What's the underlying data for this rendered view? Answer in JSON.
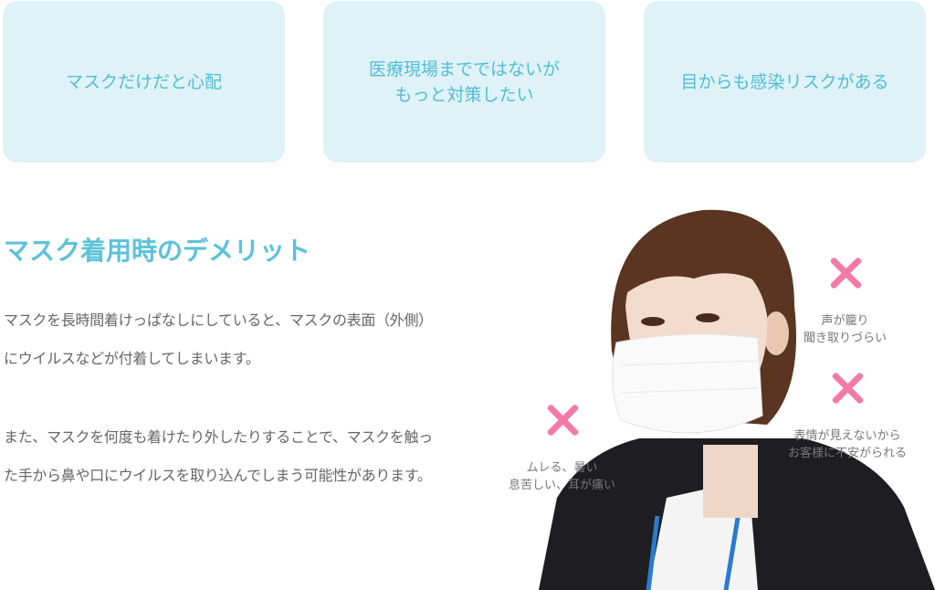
{
  "cards": [
    "マスクだけだと心配",
    "医療現場までではないが\nもっと対策したい",
    "目からも感染リスクがある"
  ],
  "section": {
    "title": "マスク着用時のデメリット",
    "paragraphs": [
      "マスクを長時間着けっぱなしにしていると、マスクの表面（外側）にウイルスなどが付着してしまいます。",
      "また、マスクを何度も着けたり外したりすることで、マスクを触った手から鼻や口にウイルスを取り込んでしまう可能性があります。"
    ]
  },
  "demerits": [
    "声が籠り\n聞き取りづらい",
    "表情が見えないから\nお客様に不安がられる",
    "ムレる、暑い\n息苦しい、耳が痛い"
  ],
  "colors": {
    "card_bg": "#dff2f7",
    "accent": "#52bdd5",
    "cross": "#f27aa6"
  }
}
